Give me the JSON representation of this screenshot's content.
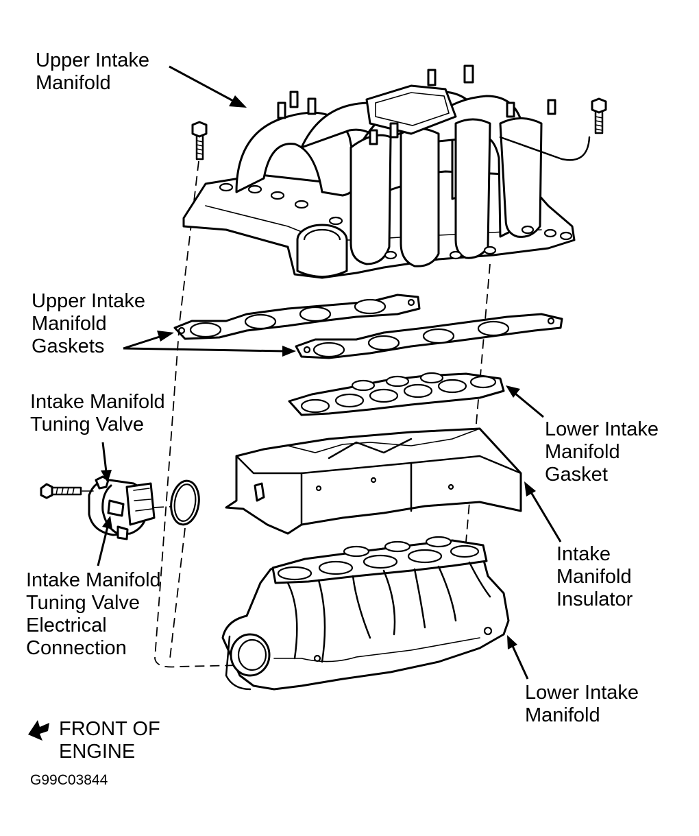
{
  "labels": {
    "upper_manifold": "Upper Intake\nManifold",
    "upper_gaskets": "Upper Intake\nManifold\nGaskets",
    "tuning_valve": "Intake Manifold\nTuning Valve",
    "valve_connection": "Intake Manifold\nTuning Valve\nElectrical\nConnection",
    "lower_gasket": "Lower Intake\nManifold\nGasket",
    "insulator": "Intake\nManifold\nInsulator",
    "lower_manifold": "Lower Intake\nManifold",
    "front_of_engine": "FRONT OF\nENGINE"
  },
  "figure_code": "G99C03844",
  "icons": {
    "front_arrow": "front-arrow-icon"
  }
}
